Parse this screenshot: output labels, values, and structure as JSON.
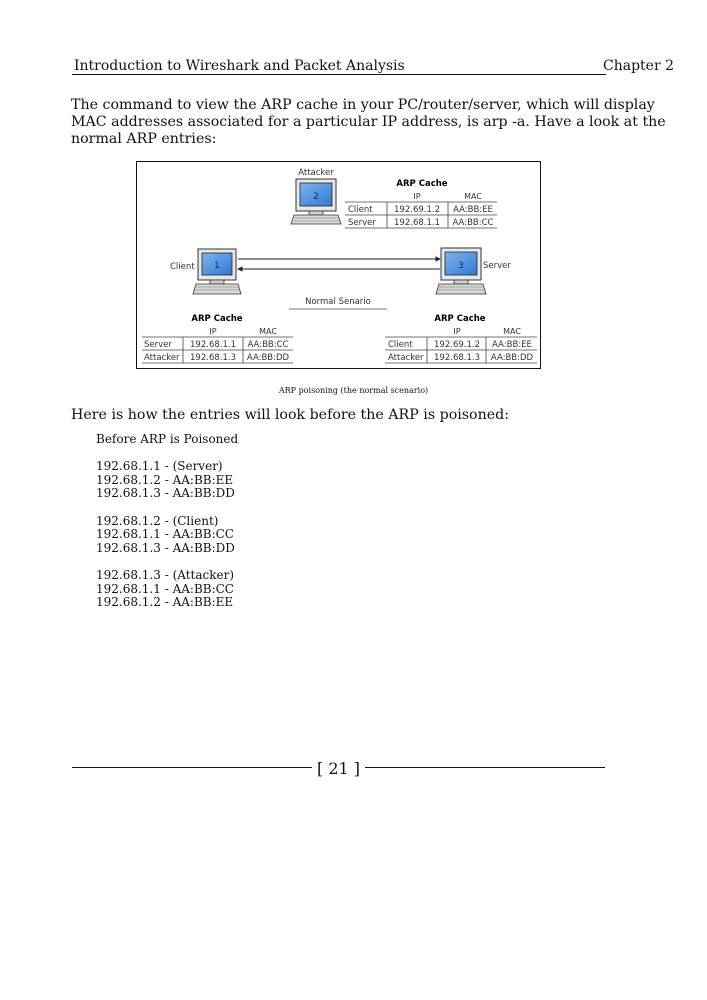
{
  "header": {
    "title": "Introduction to Wireshark and Packet Analysis",
    "chapter": "Chapter 2"
  },
  "intro": "The command to view the ARP cache in your PC/router/server, which will display MAC addresses associated for a particular IP address, is arp -a. Have a look at the normal ARP entries:",
  "figure": {
    "attacker_label": "Attacker",
    "client_label": "Client",
    "server_label": "Server",
    "attacker_num": "2",
    "client_num": "1",
    "server_num": "3",
    "link_label": "Normal Senario",
    "attacker_cache": {
      "title": "ARP Cache",
      "col_ip": "IP",
      "col_mac": "MAC",
      "rows": [
        {
          "name": "Client",
          "ip": "192.69.1.2",
          "mac": "AA:BB:EE"
        },
        {
          "name": "Server",
          "ip": "192.68.1.1",
          "mac": "AA:BB:CC"
        }
      ]
    },
    "client_cache": {
      "title": "ARP Cache",
      "col_ip": "IP",
      "col_mac": "MAC",
      "rows": [
        {
          "name": "Server",
          "ip": "192.68.1.1",
          "mac": "AA:BB:CC"
        },
        {
          "name": "Attacker",
          "ip": "192.68.1.3",
          "mac": "AA:BB:DD"
        }
      ]
    },
    "server_cache": {
      "title": "ARP Cache",
      "col_ip": "IP",
      "col_mac": "MAC",
      "rows": [
        {
          "name": "Client",
          "ip": "192.69.1.2",
          "mac": "AA:BB:EE"
        },
        {
          "name": "Attacker",
          "ip": "192.68.1.3",
          "mac": "AA:BB:DD"
        }
      ]
    },
    "caption": "ARP poisoning (the normal scenario)"
  },
  "subhead": "Here is how the entries will look before the ARP is poisoned:",
  "entries": {
    "title": "Before ARP is Poisoned",
    "blocks": [
      [
        "192.68.1.1 - (Server)",
        "192.68.1.2 - AA:BB:EE",
        "192.68.1.3 - AA:BB:DD"
      ],
      [
        "192.68.1.2 - (Client)",
        "192.68.1.1 - AA:BB:CC",
        "192.68.1.3 - AA:BB:DD"
      ],
      [
        "192.68.1.3 - (Attacker)",
        "192.68.1.1 - AA:BB:CC",
        "192.68.1.2 - AA:BB:EE"
      ]
    ]
  },
  "footer": {
    "page": "[ 21 ]"
  }
}
